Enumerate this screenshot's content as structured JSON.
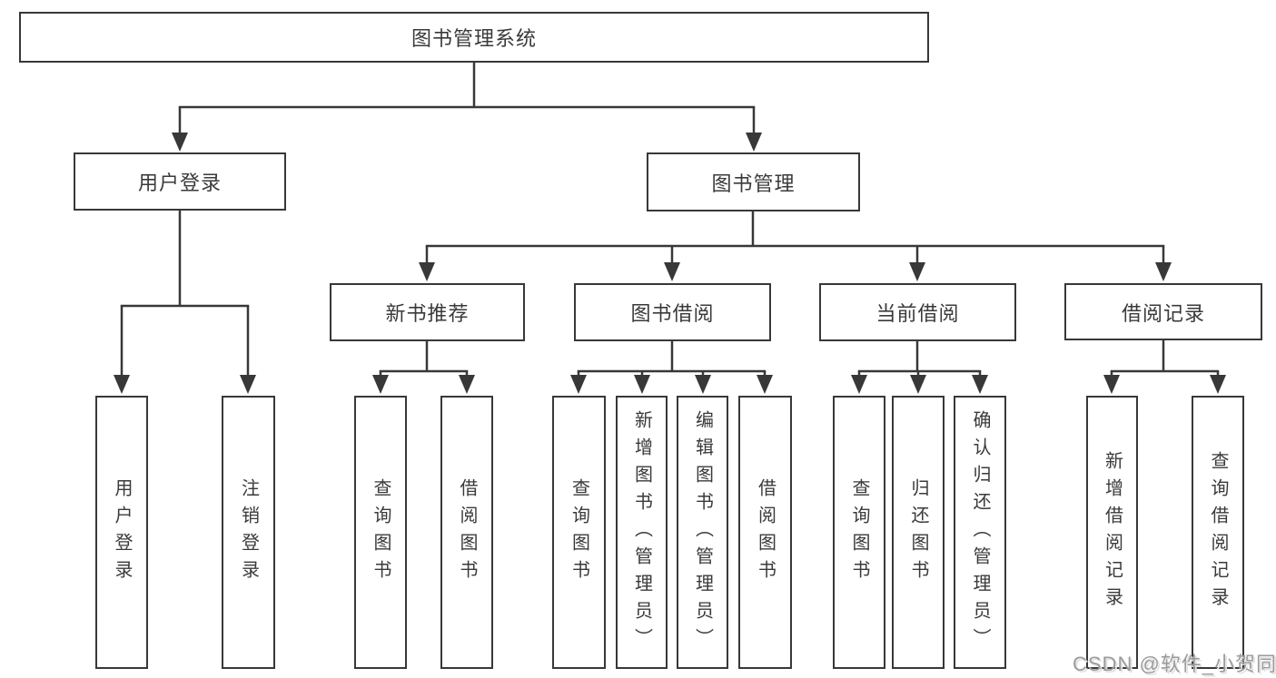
{
  "diagram": {
    "title": "图书管理系统",
    "branches": [
      {
        "label": "用户登录",
        "children": [
          {
            "label": "用户登录"
          },
          {
            "label": "注销登录"
          }
        ]
      },
      {
        "label": "图书管理",
        "children": [
          {
            "label": "新书推荐",
            "children": [
              {
                "label": "查询图书"
              },
              {
                "label": "借阅图书"
              }
            ]
          },
          {
            "label": "图书借阅",
            "children": [
              {
                "label": "查询图书"
              },
              {
                "label": "新增图书（管理员）"
              },
              {
                "label": "编辑图书（管理员）"
              },
              {
                "label": "借阅图书"
              }
            ]
          },
          {
            "label": "当前借阅",
            "children": [
              {
                "label": "查询图书"
              },
              {
                "label": "归还图书"
              },
              {
                "label": "确认归还（管理员）"
              }
            ]
          },
          {
            "label": "借阅记录",
            "children": [
              {
                "label": "新增借阅记录"
              },
              {
                "label": "查询借阅记录"
              }
            ]
          }
        ]
      }
    ]
  },
  "watermark": {
    "text": "CSDN @软件_小贺同学"
  },
  "colors": {
    "line": "#383838",
    "text": "#3a3a3a",
    "watermark": "#9b9b9b",
    "background": "#ffffff"
  }
}
